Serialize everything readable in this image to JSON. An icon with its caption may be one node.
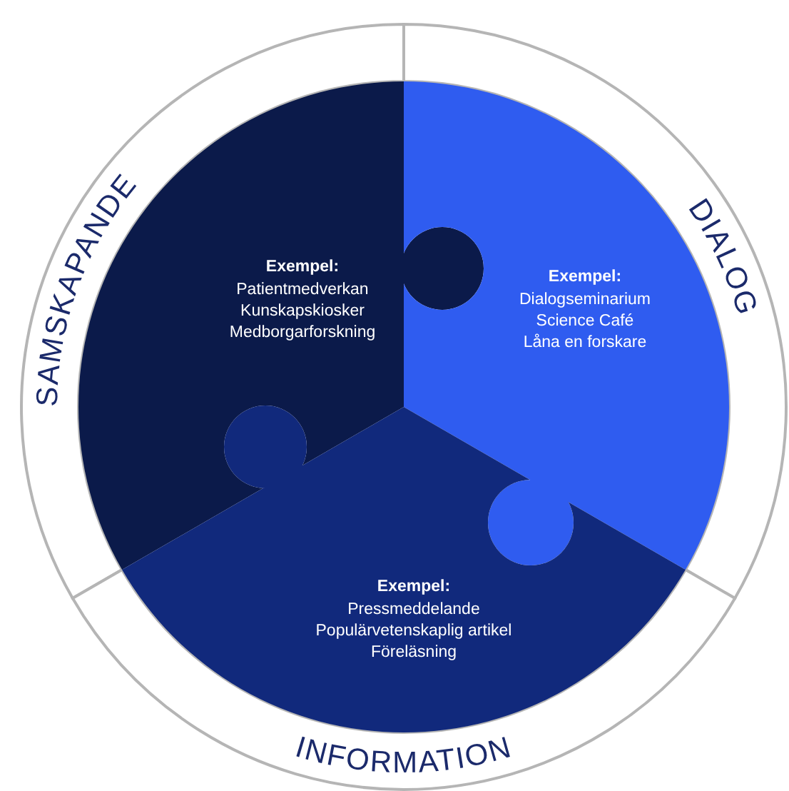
{
  "diagram": {
    "nodes": [
      {
        "text": [
          "SAMSKAPANDE"
        ]
      },
      {
        "text": [
          "DIALOG"
        ]
      },
      {
        "text": [
          "INFORMATION"
        ]
      },
      {
        "text": [
          "Exempel:",
          "Patientmedverkan",
          "Kunskapskiosker",
          "Medborgarforskning"
        ]
      },
      {
        "text": [
          "Exempel:",
          "Dialogseminarium",
          "Science Café",
          "Låna en forskare"
        ]
      },
      {
        "text": [
          "Exempel:",
          "Pressmeddelande",
          "Populärvetenskaplig artikel",
          "Föreläsning"
        ]
      }
    ]
  }
}
